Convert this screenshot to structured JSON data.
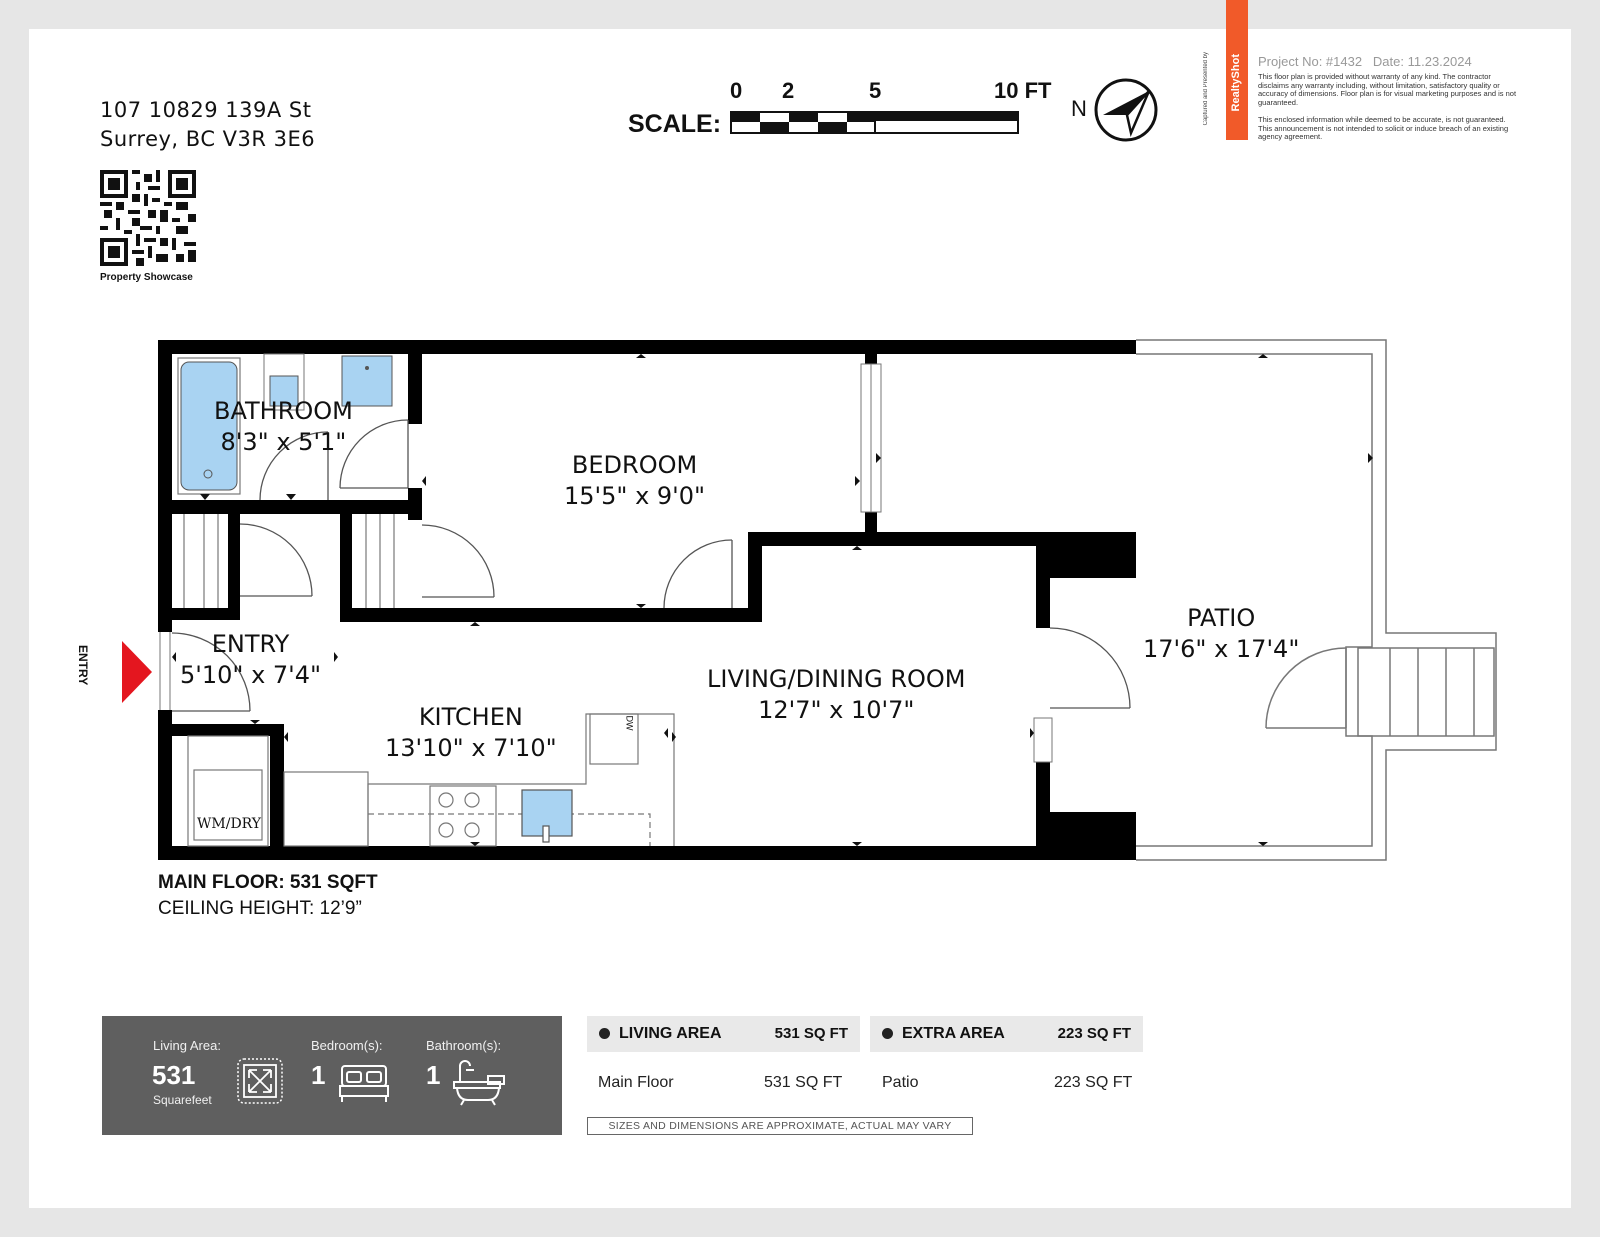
{
  "address": {
    "line1": "107 10829 139A St",
    "line2": "Surrey, BC V3R 3E6"
  },
  "qr_caption": "Property Showcase",
  "scale": {
    "label": "SCALE:",
    "marks": [
      "0",
      "2",
      "5",
      "10 FT"
    ]
  },
  "north": "N",
  "branding": {
    "captured": "Captured and Presented by",
    "name": "RealtyShot",
    "project": "Project No: #1432",
    "date": "Date: 11.23.2024",
    "disclaimer1": "This floor plan is provided without warranty of any kind. The contractor disclaims any warranty including, without limitation, satisfactory quality or accuracy of dimensions. Floor plan is for visual marketing purposes and is not guaranteed.",
    "disclaimer2": "This enclosed information while deemed to be accurate, is not guaranteed. This announcement is not intended to solicit or induce breach of an existing agency agreement."
  },
  "rooms": [
    {
      "name": "BATHROOM",
      "size": "8'3\" x 5'1\""
    },
    {
      "name": "BEDROOM",
      "size": "15'5\" x 9'0\""
    },
    {
      "name": "PATIO",
      "size": "17'6\" x 17'4\""
    },
    {
      "name": "ENTRY",
      "size": "5'10\" x 7'4\""
    },
    {
      "name": "LIVING/DINING ROOM",
      "size": "12'7\" x 10'7\""
    },
    {
      "name": "KITCHEN",
      "size": "13'10\" x 7'10\""
    }
  ],
  "fixtures": {
    "washer": "WM/DRY",
    "dishwasher": "DW"
  },
  "entry_marker": "ENTRY",
  "floor_summary": {
    "main": "MAIN FLOOR: 531 SQFT",
    "ceiling": "CEILING HEIGHT: 12’9”"
  },
  "stats": {
    "living_label": "Living Area:",
    "living_value": "531",
    "living_unit": "Squarefeet",
    "bedrooms_label": "Bedroom(s):",
    "bedrooms_value": "1",
    "bathrooms_label": "Bathroom(s):",
    "bathrooms_value": "1"
  },
  "areas": {
    "living": {
      "title": "LIVING AREA",
      "total": "531 SQ FT",
      "row_name": "Main Floor",
      "row_value": "531 SQ FT"
    },
    "extra": {
      "title": "EXTRA AREA",
      "total": "223 SQ FT",
      "row_name": "Patio",
      "row_value": "223 SQ FT"
    }
  },
  "note": "SIZES AND DIMENSIONS ARE APPROXIMATE, ACTUAL MAY VARY",
  "colors": {
    "accent": "#f15a29",
    "entry_arrow": "#e4161f",
    "fixture": "#a9d3f2",
    "wall": "#000000",
    "stats_bg": "#5f5f5f"
  }
}
